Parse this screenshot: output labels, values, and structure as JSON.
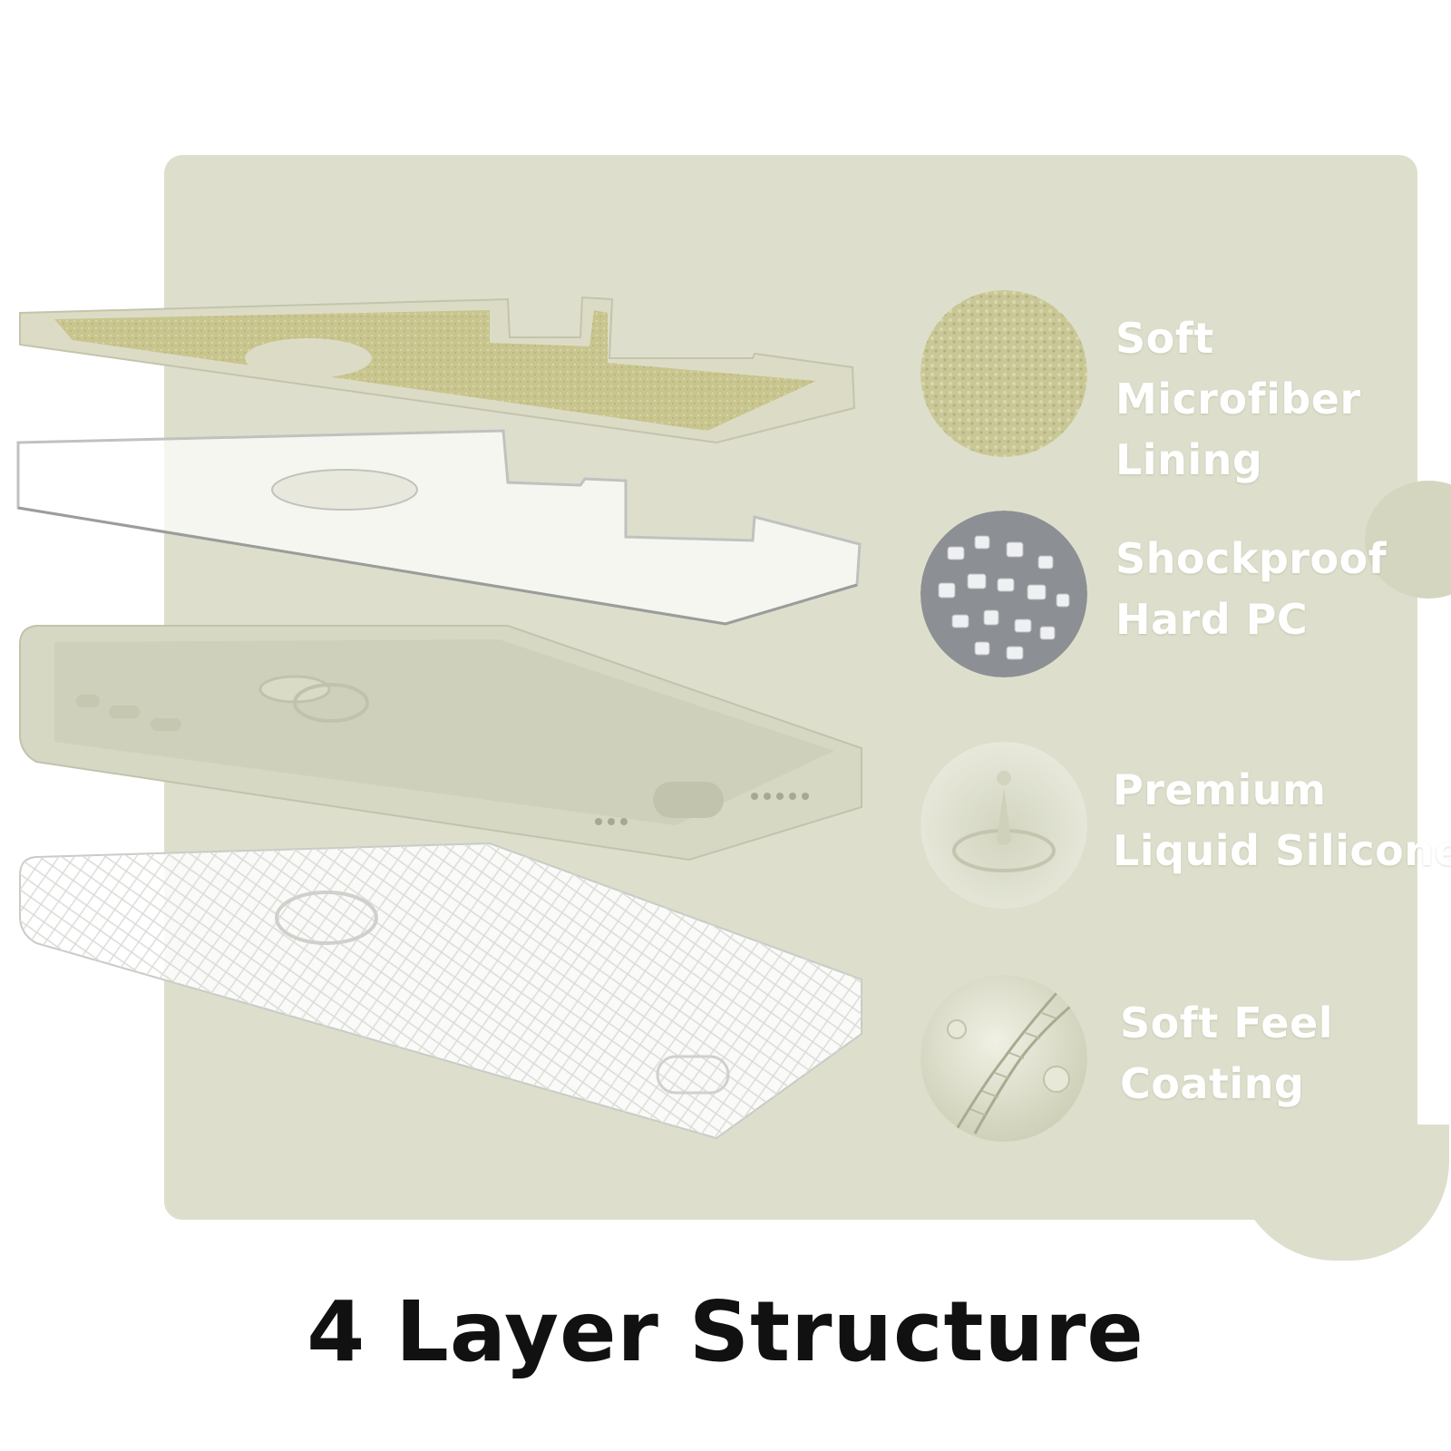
{
  "headline": "4 Layer Structure",
  "colors": {
    "panel": "#dddfcc",
    "microfiber": "#c9c796",
    "silicone": "#d7d8c4",
    "label": "#ffffff",
    "headline": "#111111"
  },
  "features": [
    {
      "lines": [
        "Soft",
        "Microfiber",
        "Lining"
      ],
      "swatch": "microfiber-texture"
    },
    {
      "lines": [
        "Shockproof",
        "Hard PC"
      ],
      "swatch": "pc-pellets"
    },
    {
      "lines": [
        "Premium",
        "Liquid Silicone"
      ],
      "swatch": "liquid-drop"
    },
    {
      "lines": [
        "Soft Feel",
        "Coating"
      ],
      "swatch": "dna-molecule"
    }
  ]
}
